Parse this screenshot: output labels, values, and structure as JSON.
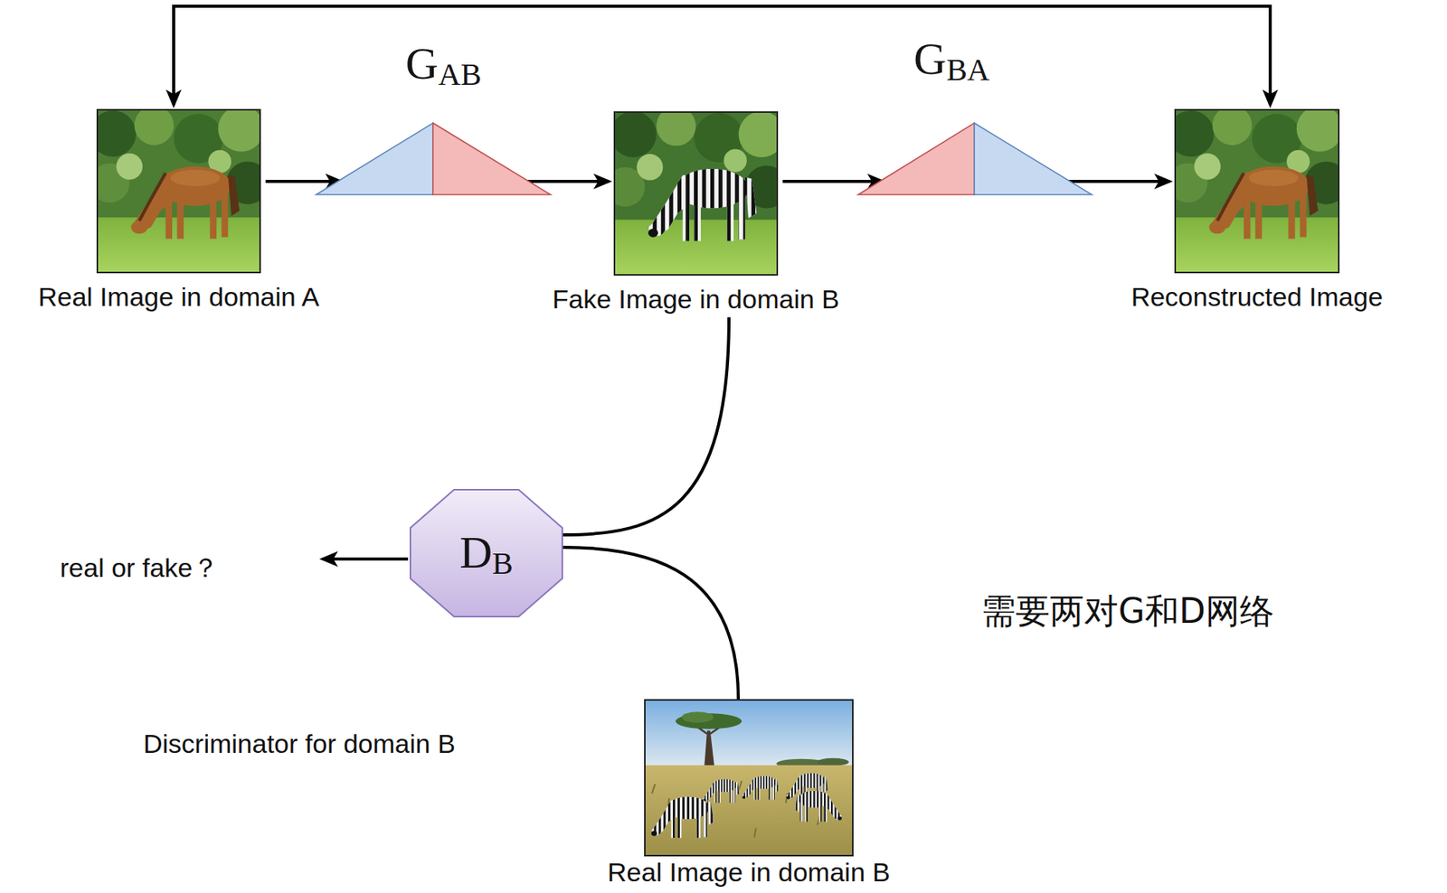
{
  "diagram": {
    "nodes": [
      {
        "text": [
          "Real Image in domain A"
        ]
      },
      {
        "text": [
          "GAB"
        ]
      },
      {
        "text": [
          "Fake Image in domain B"
        ]
      },
      {
        "text": [
          "GBA"
        ]
      },
      {
        "text": [
          "Reconstructed Image"
        ]
      },
      {
        "text": [
          "DB"
        ]
      },
      {
        "text": [
          "Real Image in domain B"
        ]
      }
    ],
    "edges": [
      {
        "from": 0,
        "to": 1,
        "arrow": "to"
      },
      {
        "from": 1,
        "to": 2,
        "arrow": "to"
      },
      {
        "from": 2,
        "to": 3,
        "arrow": "to"
      },
      {
        "from": 3,
        "to": 4,
        "arrow": "to"
      },
      {
        "from": 4,
        "to": 0,
        "arrow": "both"
      },
      {
        "from": 2,
        "to": 5,
        "arrow": "none"
      },
      {
        "from": 6,
        "to": 5,
        "arrow": "none"
      }
    ],
    "labels": [
      "real or fake？",
      "需要两对G和D网络",
      "Discriminator for domain B"
    ]
  }
}
